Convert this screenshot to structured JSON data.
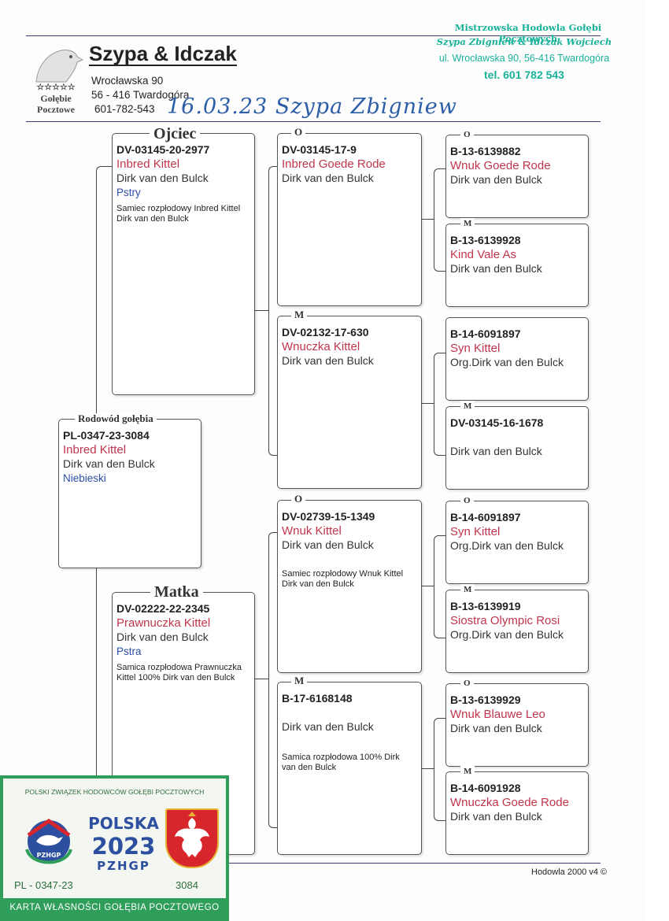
{
  "header": {
    "breeder_name": "Szypa & Idczak",
    "address_street": "Wrocławska 90",
    "address_city": "56 - 416  Twardogóra",
    "phone": "601-782-543",
    "logo_stars": "☆☆☆☆☆",
    "logo_line1": "Gołębie",
    "logo_line2": "Pocztowe",
    "handwritten_note": "16.03.23 Szypa Zbigniew"
  },
  "stamp": {
    "line1": "Mistrzowska Hodowla Gołębi Pocztowych",
    "line2": "Szypa Zbigniew & Idczak Wojciech",
    "line3": "ul. Wrocławska 90, 56-416 Twardogóra",
    "line4": "tel. 601 782 543"
  },
  "subject": {
    "label": "Rodowód gołębia",
    "ring": "PL-0347-23-3084",
    "name": "Inbred Kittel",
    "breeder": "Dirk van den Bulck",
    "color": "Niebieski"
  },
  "father": {
    "label": "Ojciec",
    "ring": "DV-03145-20-2977",
    "name": "Inbred Kittel",
    "breeder": "Dirk van den Bulck",
    "color": "Pstry",
    "note": "Samiec rozpłodowy Inbred Kittel Dirk van den Bulck"
  },
  "mother": {
    "label": "Matka",
    "ring": "DV-02222-22-2345",
    "name": "Prawnuczka Kittel",
    "breeder": "Dirk van den Bulck",
    "color": "Pstra",
    "note": "Samica rozpłodowa Prawnuczka Kittel 100% Dirk van den Bulck"
  },
  "grandparents": [
    {
      "label": "O",
      "ring": "DV-03145-17-9",
      "name": "Inbred Goede Rode",
      "breeder": "Dirk van den Bulck",
      "note": ""
    },
    {
      "label": "M",
      "ring": "DV-02132-17-630",
      "name": "Wnuczka Kittel",
      "breeder": "Dirk van den Bulck",
      "note": ""
    },
    {
      "label": "O",
      "ring": "DV-02739-15-1349",
      "name": "Wnuk Kittel",
      "breeder": "Dirk van den Bulck",
      "note": "Samiec rozpłodowy Wnuk Kittel Dirk van den Bulck"
    },
    {
      "label": "M",
      "ring": "B-17-6168148",
      "name": "",
      "breeder": "Dirk van den Bulck",
      "note": "Samica rozpłodowa 100% Dirk van den Bulck"
    }
  ],
  "great_grandparents": [
    {
      "label": "O",
      "ring": "B-13-6139882",
      "name": "Wnuk Goede Rode",
      "breeder": "Dirk van den Bulck"
    },
    {
      "label": "M",
      "ring": "B-13-6139928",
      "name": "Kind Vale As",
      "breeder": "Dirk van den Bulck"
    },
    {
      "label": "O",
      "ring": "B-14-6091897",
      "name": "Syn Kittel",
      "breeder": "Org.Dirk van den Bulck"
    },
    {
      "label": "M",
      "ring": "DV-03145-16-1678",
      "name": "",
      "breeder": "Dirk van den Bulck"
    },
    {
      "label": "O",
      "ring": "B-14-6091897",
      "name": "Syn Kittel",
      "breeder": "Org.Dirk van den Bulck"
    },
    {
      "label": "M",
      "ring": "B-13-6139919",
      "name": "Siostra Olympic Rosi",
      "breeder": "Org.Dirk van den Bulck"
    },
    {
      "label": "O",
      "ring": "B-13-6139929",
      "name": "Wnuk Blauwe Leo",
      "breeder": "Dirk van den Bulck"
    },
    {
      "label": "M",
      "ring": "B-14-6091928",
      "name": "Wnuczka Goede Rode",
      "breeder": "Dirk van den Bulck"
    }
  ],
  "footer": {
    "software": "Hodowla 2000 v4 ©"
  },
  "pzhgp_card": {
    "top_text": "POLSKI ZWIĄZEK HODOWCÓW GOŁĘBI POCZTOWYCH",
    "country": "POLSKA",
    "year": "2023",
    "org": "PZHGP",
    "logo_text": "PZHGP",
    "ring_prefix": "PL - 0347-23",
    "ring_number": "3084",
    "bottom_text": "KARTA  WŁASNOŚCI GOŁĘBIA POCZTOWEGO"
  },
  "colors": {
    "name_red": "#c0354b",
    "color_blue": "#2c4fa8",
    "stamp_green": "#18b29a",
    "card_green": "#2f9e5a"
  }
}
